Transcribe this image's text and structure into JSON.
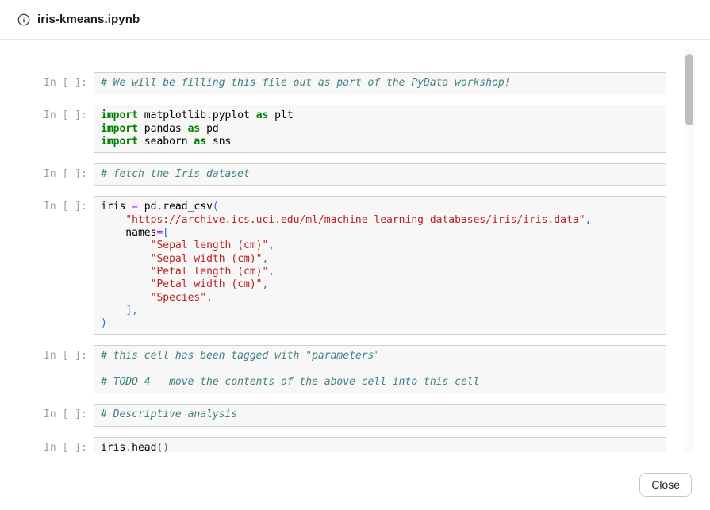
{
  "header": {
    "title": "iris-kmeans.ipynb"
  },
  "notebook": {
    "prompt": "In [ ]:",
    "cells": [
      {
        "lines": [
          [
            [
              "com",
              "# We will be filling this file out as part of the PyData workshop!"
            ]
          ]
        ]
      },
      {
        "lines": [
          [
            [
              "kw",
              "import"
            ],
            [
              "txt",
              " matplotlib.pyplot "
            ],
            [
              "kw",
              "as"
            ],
            [
              "txt",
              " plt"
            ]
          ],
          [
            [
              "kw",
              "import"
            ],
            [
              "txt",
              " pandas "
            ],
            [
              "kw",
              "as"
            ],
            [
              "txt",
              " pd"
            ]
          ],
          [
            [
              "kw",
              "import"
            ],
            [
              "txt",
              " seaborn "
            ],
            [
              "kw",
              "as"
            ],
            [
              "txt",
              " sns"
            ]
          ]
        ]
      },
      {
        "lines": [
          [
            [
              "com",
              "# fetch the Iris dataset"
            ]
          ]
        ]
      },
      {
        "lines": [
          [
            [
              "txt",
              "iris "
            ],
            [
              "op",
              "="
            ],
            [
              "txt",
              " pd"
            ],
            [
              "op",
              "."
            ],
            [
              "txt",
              "read_csv"
            ],
            [
              "punc",
              "("
            ]
          ],
          [
            [
              "txt",
              "    "
            ],
            [
              "str",
              "\"https://archive.ics.uci.edu/ml/machine-learning-databases/iris/iris.data\""
            ],
            [
              "punc",
              ","
            ]
          ],
          [
            [
              "txt",
              "    names"
            ],
            [
              "op",
              "="
            ],
            [
              "punc",
              "["
            ]
          ],
          [
            [
              "txt",
              "        "
            ],
            [
              "str",
              "\"Sepal length (cm)\""
            ],
            [
              "punc",
              ","
            ]
          ],
          [
            [
              "txt",
              "        "
            ],
            [
              "str",
              "\"Sepal width (cm)\""
            ],
            [
              "punc",
              ","
            ]
          ],
          [
            [
              "txt",
              "        "
            ],
            [
              "str",
              "\"Petal length (cm)\""
            ],
            [
              "punc",
              ","
            ]
          ],
          [
            [
              "txt",
              "        "
            ],
            [
              "str",
              "\"Petal width (cm)\""
            ],
            [
              "punc",
              ","
            ]
          ],
          [
            [
              "txt",
              "        "
            ],
            [
              "str",
              "\"Species\""
            ],
            [
              "punc",
              ","
            ]
          ],
          [
            [
              "txt",
              "    "
            ],
            [
              "punc",
              "],"
            ]
          ],
          [
            [
              "punc",
              ")"
            ]
          ]
        ]
      },
      {
        "lines": [
          [
            [
              "com",
              "# this cell has been tagged with \"parameters\""
            ]
          ],
          [],
          [
            [
              "com",
              "# TODO 4 - move the contents of the above cell into this cell"
            ]
          ]
        ]
      },
      {
        "lines": [
          [
            [
              "com",
              "# Descriptive analysis"
            ]
          ]
        ]
      },
      {
        "lines": [
          [
            [
              "txt",
              "iris"
            ],
            [
              "op",
              "."
            ],
            [
              "txt",
              "head"
            ],
            [
              "punc",
              "()"
            ]
          ]
        ]
      }
    ]
  },
  "footer": {
    "close_label": "Close"
  },
  "colors": {
    "keyword": "#008000",
    "string": "#BA2121",
    "comment": "#408080",
    "operator": "#AA22FF",
    "punctuation": "#2c6fb7",
    "prompt": "#9e9e9e",
    "cell_background": "#f7f7f7",
    "cell_border": "#cfcfcf"
  }
}
